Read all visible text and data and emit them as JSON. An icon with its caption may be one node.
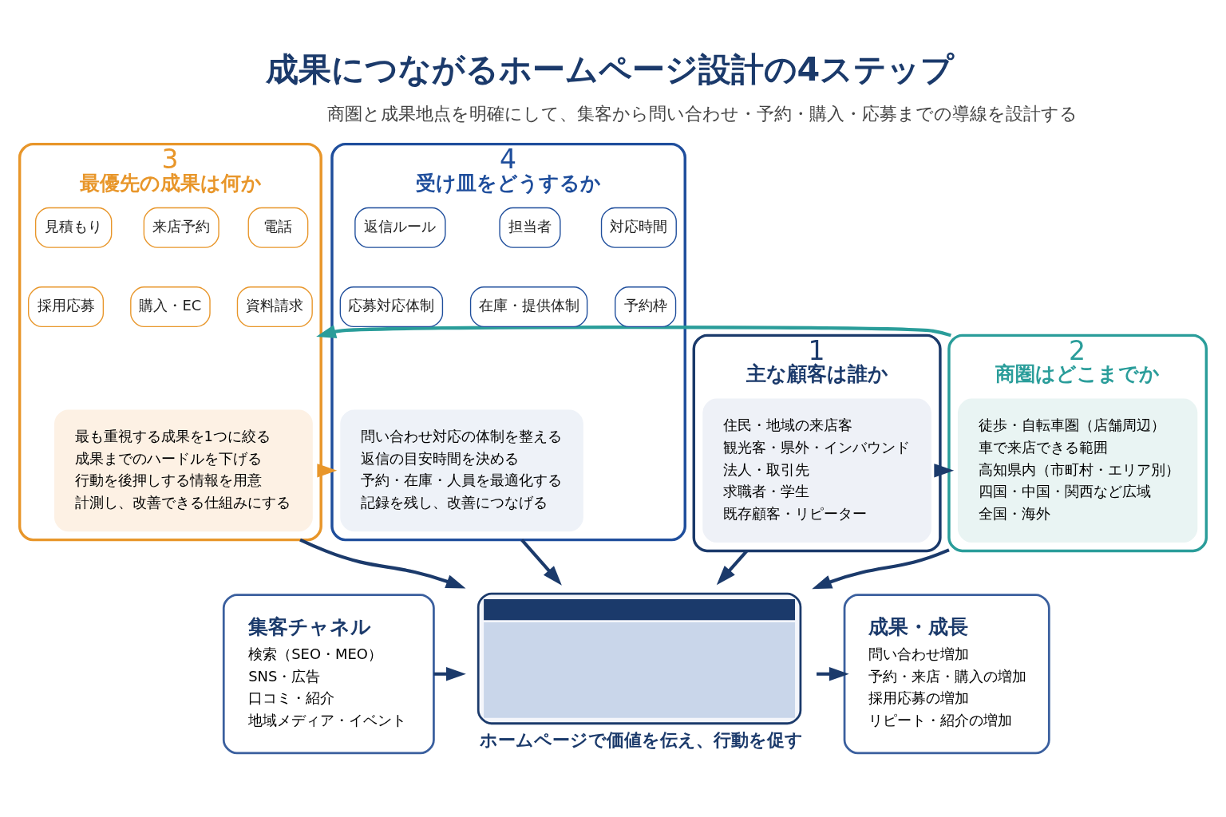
{
  "diagram": {
    "title": "成果につながるホームページ設計の4ステップ",
    "nodes": [
      {
        "text": [
          "1",
          "主な顧客は誰か"
        ]
      },
      {
        "text": [
          "住民・地域の来店客",
          "観光客・県外・インバウンド",
          "法人・取引先",
          "求職者・学生",
          "既存顧客・リピーター"
        ],
        "in": 0
      },
      {
        "text": [
          "2",
          "商圏はどこまでか"
        ]
      },
      {
        "text": [
          "徒歩・自転車圏（店舗周辺）",
          "車で来店できる範囲",
          "高知県内（市町村・エリア別）",
          "四国・中国・関西など広域",
          "全国・海外"
        ],
        "in": 2
      },
      {
        "text": [
          "3",
          "最優先の成果は何か"
        ]
      },
      {
        "text": [
          "電話"
        ],
        "in": 4
      },
      {
        "text": [
          "来店予約"
        ],
        "in": 4
      },
      {
        "text": [
          "見積もり"
        ],
        "in": 4
      },
      {
        "text": [
          "資料請求"
        ],
        "in": 4
      },
      {
        "text": [
          "購入・EC"
        ],
        "in": 4
      },
      {
        "text": [
          "採用応募"
        ],
        "in": 4
      },
      {
        "text": [
          "最も重視する成果を1つに絞る",
          "成果までのハードルを下げる",
          "行動を後押しする情報を用意",
          "計測し、改善できる仕組みにする"
        ],
        "in": 4
      },
      {
        "text": [
          "4",
          "受け皿をどうするか"
        ]
      },
      {
        "text": [
          "対応時間"
        ],
        "in": 12
      },
      {
        "text": [
          "担当者"
        ],
        "in": 12
      },
      {
        "text": [
          "返信ルール"
        ],
        "in": 12
      },
      {
        "text": [
          "予約枠"
        ],
        "in": 12
      },
      {
        "text": [
          "在庫・提供体制"
        ],
        "in": 12
      },
      {
        "text": [
          "応募対応体制"
        ],
        "in": 12
      },
      {
        "text": [
          "問い合わせ対応の体制を整える",
          "返信の目安時間を決める",
          "予約・在庫・人員を最適化する",
          "記録を残し、改善につなげる"
        ],
        "in": 12
      },
      {
        "text": [
          "集客チャネル",
          "検索（SEO・MEO）",
          "SNS・広告",
          "口コミ・紹介",
          "地域メディア・イベント"
        ]
      },
      {
        "text": [],
        "shape": "box",
        "beside": [
          "ホームページで価値を伝え、行動を促す"
        ]
      },
      {
        "text": [
          "成果・成長",
          "問い合わせ増加",
          "予約・来店・購入の増加",
          "採用応募の増加",
          "リピート・紹介の増加"
        ]
      }
    ],
    "edges": [
      {
        "from": 0,
        "to": 2,
        "arrow": "to"
      },
      {
        "from": 2,
        "to": 4,
        "arrow": "to",
        "color": "#2a9d9a"
      },
      {
        "from": 4,
        "to": 12,
        "arrow": "to",
        "color": "#e8962a"
      },
      {
        "from": 0,
        "to": 21,
        "arrow": "to"
      },
      {
        "from": 2,
        "to": 21,
        "arrow": "to"
      },
      {
        "from": 4,
        "to": 21,
        "arrow": "to"
      },
      {
        "from": 12,
        "to": 21,
        "arrow": "to"
      },
      {
        "from": 20,
        "to": 21,
        "arrow": "to"
      },
      {
        "from": 21,
        "to": 22,
        "arrow": "to"
      }
    ],
    "labels": [
      "商圏と成果地点を明確にして、集客から問い合わせ・予約・購入・応募までの導線を設計する"
    ]
  }
}
